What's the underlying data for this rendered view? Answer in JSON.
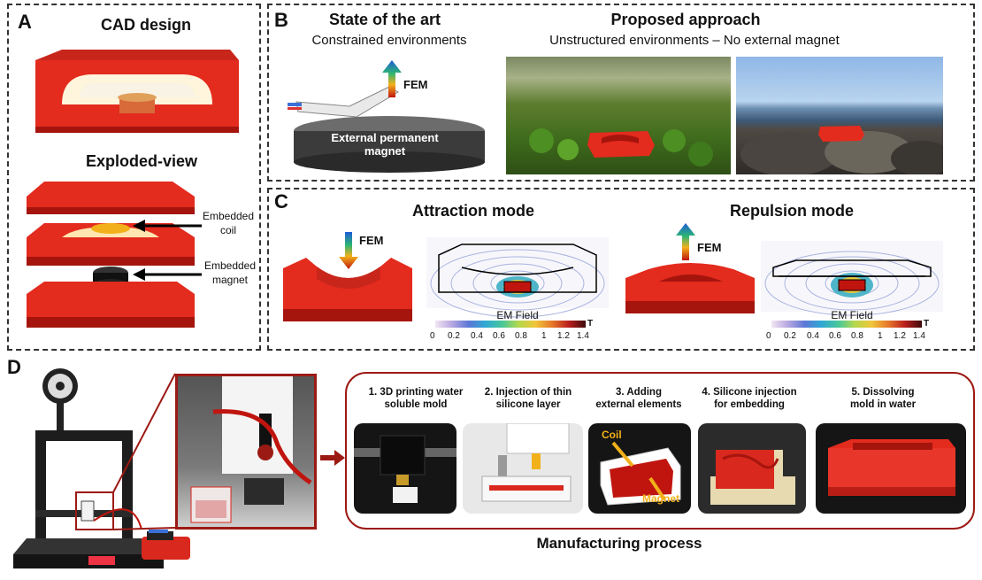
{
  "panel_a": {
    "label": "A",
    "cad_title": "CAD design",
    "exploded_title": "Exploded-view",
    "coil_label": "Embedded\ncoil",
    "magnet_label": "Embedded\nmagnet"
  },
  "panel_b": {
    "label": "B",
    "left_title": "State of the art",
    "left_subtitle": "Constrained environments",
    "force_label": "FEM",
    "magnet_text": "External permanent\nmagnet",
    "right_title": "Proposed approach",
    "right_subtitle": "Unstructured environments – No external magnet"
  },
  "panel_c": {
    "label": "C",
    "attraction_title": "Attraction mode",
    "repulsion_title": "Repulsion mode",
    "force_label": "FEM",
    "field_label": "EM Field",
    "colorbar_ticks": [
      "0",
      "0.2",
      "0.4",
      "0.6",
      "0.8",
      "1",
      "1.2",
      "1.4"
    ],
    "colorbar_unit": "T"
  },
  "panel_d": {
    "label": "D",
    "steps": [
      "1. 3D printing water\nsoluble mold",
      "2. Injection of thin\nsilicone layer",
      "3. Adding\nexternal elements",
      "4. Silicone injection\nfor embedding",
      "5. Dissolving\nmold in water"
    ],
    "coil_label": "Coil",
    "magnet_label": "Magnet",
    "process_title": "Manufacturing process"
  },
  "colors": {
    "red": "#e32b1e",
    "dark_red": "#a5150e",
    "accent_yellow": "#f2b11a",
    "frame_red": "#9c1a14"
  }
}
